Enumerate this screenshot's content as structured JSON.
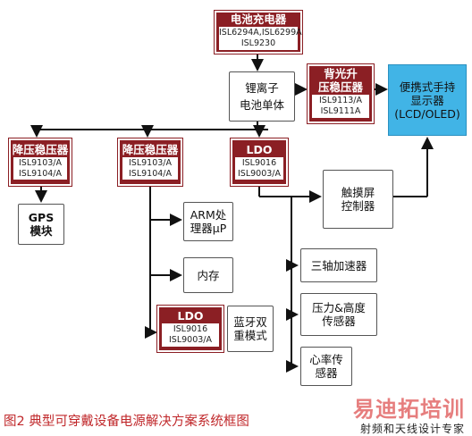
{
  "blocks": {
    "charger": {
      "title": "电池充电器",
      "parts": [
        "ISL6294A,ISL6299A",
        "ISL9230"
      ]
    },
    "battery": {
      "lines": [
        "锂离子",
        "电池单体"
      ]
    },
    "backlight": {
      "title": "背光升\n压稳压器",
      "parts": [
        "ISL9113/A",
        "ISL9111A"
      ]
    },
    "display": {
      "lines": [
        "便携式手持",
        "显示器",
        "(LCD/OLED)"
      ]
    },
    "buck1": {
      "title": "降压稳压器",
      "parts": [
        "ISL9103/A",
        "ISL9104/A"
      ]
    },
    "buck2": {
      "title": "降压稳压器",
      "parts": [
        "ISL9103/A",
        "ISL9104/A"
      ]
    },
    "ldo1": {
      "title": "LDO",
      "parts": [
        "ISL9016",
        "ISL9003/A"
      ]
    },
    "ldo2": {
      "title": "LDO",
      "parts": [
        "ISL9016",
        "ISL9003/A"
      ]
    },
    "gps": {
      "lines": [
        "GPS",
        "模块"
      ]
    },
    "arm": {
      "lines": [
        "ARM处",
        "理器μP"
      ]
    },
    "memory": {
      "lines": [
        "内存"
      ]
    },
    "bluetooth": {
      "lines": [
        "蓝牙双",
        "重模式"
      ]
    },
    "touch": {
      "lines": [
        "触摸屏",
        "控制器"
      ]
    },
    "accel": {
      "lines": [
        "三轴加速器"
      ]
    },
    "pressure": {
      "lines": [
        "压力&高度",
        "传感器"
      ]
    },
    "heart": {
      "lines": [
        "心率传",
        "感器"
      ]
    }
  },
  "caption": "图2  典型可穿戴设备电源解决方案系统框图",
  "watermark": {
    "line1": "易迪拓培训",
    "line2": "射频和天线设计专家"
  }
}
